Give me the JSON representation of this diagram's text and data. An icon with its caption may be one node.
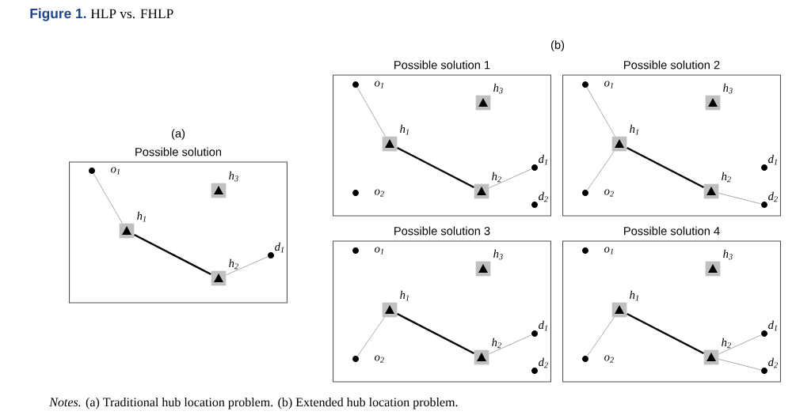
{
  "diagram": {
    "title": "HLP vs. FHLP",
    "caption": "*Notes.* (a) Traditional hub location problem. (b) Extended hub location problem.",
    "labels": [
      "Figure 1.",
      "(b)"
    ],
    "nodes": [
      {
        "text": [
          "(a)",
          "Possible solution"
        ]
      },
      {
        "text": [],
        "shape": "circle",
        "in": 0,
        "beside": [
          "o$_{1}$"
        ]
      },
      {
        "text": [],
        "shape": "box",
        "in": 0,
        "beside": [
          "h$_{3}$"
        ]
      },
      {
        "text": [],
        "shape": "box",
        "in": 0,
        "beside": [
          "h$_{1}$"
        ]
      },
      {
        "text": [],
        "shape": "circle",
        "in": 0,
        "beside": [
          "d$_{1}$"
        ]
      },
      {
        "text": [],
        "shape": "box",
        "in": 0,
        "beside": [
          "h$_{2}$"
        ]
      },
      {
        "text": [
          "Possible solution 1"
        ]
      },
      {
        "text": [],
        "shape": "circle",
        "in": 6,
        "beside": [
          "o$_{1}$"
        ]
      },
      {
        "text": [],
        "shape": "box",
        "in": 6,
        "beside": [
          "h$_{3}$"
        ]
      },
      {
        "text": [],
        "shape": "box",
        "in": 6,
        "beside": [
          "h$_{1}$"
        ]
      },
      {
        "text": [],
        "shape": "circle",
        "in": 6,
        "beside": [
          "d$_{1}$"
        ]
      },
      {
        "text": [],
        "shape": "box",
        "in": 6,
        "beside": [
          "h$_{2}$"
        ]
      },
      {
        "text": [],
        "shape": "circle",
        "in": 6,
        "beside": [
          "o$_{2}$"
        ]
      },
      {
        "text": [],
        "shape": "circle",
        "in": 6,
        "beside": [
          "d$_{2}$"
        ]
      },
      {
        "text": [
          "Possible solution 2"
        ]
      },
      {
        "text": [],
        "shape": "circle",
        "in": 14,
        "beside": [
          "o$_{1}$"
        ]
      },
      {
        "text": [],
        "shape": "box",
        "in": 14,
        "beside": [
          "h$_{3}$"
        ]
      },
      {
        "text": [],
        "shape": "box",
        "in": 14,
        "beside": [
          "h$_{1}$"
        ]
      },
      {
        "text": [],
        "shape": "circle",
        "in": 14,
        "beside": [
          "d$_{1}$"
        ]
      },
      {
        "text": [],
        "shape": "box",
        "in": 14,
        "beside": [
          "h$_{2}$"
        ]
      },
      {
        "text": [],
        "shape": "circle",
        "in": 14,
        "beside": [
          "o$_{2}$"
        ]
      },
      {
        "text": [],
        "shape": "circle",
        "in": 14,
        "beside": [
          "d$_{2}$"
        ]
      },
      {
        "text": [
          "Possible solution 3"
        ]
      },
      {
        "text": [],
        "shape": "circle",
        "in": 22,
        "beside": [
          "o$_{1}$"
        ]
      },
      {
        "text": [],
        "shape": "box",
        "in": 22,
        "beside": [
          "h$_{3}$"
        ]
      },
      {
        "text": [],
        "shape": "box",
        "in": 22,
        "beside": [
          "h$_{1}$"
        ]
      },
      {
        "text": [],
        "shape": "circle",
        "in": 22,
        "beside": [
          "d$_{1}$"
        ]
      },
      {
        "text": [],
        "shape": "box",
        "in": 22,
        "beside": [
          "h$_{2}$"
        ]
      },
      {
        "text": [],
        "shape": "circle",
        "in": 22,
        "beside": [
          "o$_{2}$"
        ]
      },
      {
        "text": [],
        "shape": "circle",
        "in": 22,
        "beside": [
          "d$_{2}$"
        ]
      },
      {
        "text": [
          "Possible solution 4"
        ]
      },
      {
        "text": [],
        "shape": "circle",
        "in": 30,
        "beside": [
          "o$_{1}$"
        ]
      },
      {
        "text": [],
        "shape": "box",
        "in": 30,
        "beside": [
          "h$_{3}$"
        ]
      },
      {
        "text": [],
        "shape": "box",
        "in": 30,
        "beside": [
          "h$_{1}$"
        ]
      },
      {
        "text": [],
        "shape": "circle",
        "in": 30,
        "beside": [
          "d$_{1}$"
        ]
      },
      {
        "text": [],
        "shape": "box",
        "in": 30,
        "beside": [
          "h$_{2}$"
        ]
      },
      {
        "text": [],
        "shape": "circle",
        "in": 30,
        "beside": [
          "o$_{2}$"
        ]
      },
      {
        "text": [],
        "shape": "circle",
        "in": 30,
        "beside": [
          "d$_{2}$"
        ]
      }
    ],
    "edges": [
      {
        "from": 1,
        "to": 3,
        "arrow": "none"
      },
      {
        "from": 3,
        "to": 5,
        "arrow": "none",
        "style": "thick",
        "color": "#000000"
      },
      {
        "from": 5,
        "to": 4,
        "arrow": "none"
      },
      {
        "from": 7,
        "to": 9,
        "arrow": "none"
      },
      {
        "from": 9,
        "to": 11,
        "arrow": "none",
        "style": "thick",
        "color": "#000000"
      },
      {
        "from": 11,
        "to": 10,
        "arrow": "none"
      },
      {
        "from": 15,
        "to": 17,
        "arrow": "none"
      },
      {
        "from": 20,
        "to": 17,
        "arrow": "none"
      },
      {
        "from": 17,
        "to": 19,
        "arrow": "none",
        "style": "thick",
        "color": "#000000"
      },
      {
        "from": 19,
        "to": 21,
        "arrow": "none"
      },
      {
        "from": 28,
        "to": 25,
        "arrow": "none"
      },
      {
        "from": 25,
        "to": 27,
        "arrow": "none",
        "style": "thick",
        "color": "#000000"
      },
      {
        "from": 27,
        "to": 26,
        "arrow": "none"
      },
      {
        "from": 36,
        "to": 33,
        "arrow": "none"
      },
      {
        "from": 33,
        "to": 35,
        "arrow": "none",
        "style": "thick",
        "color": "#000000"
      },
      {
        "from": 35,
        "to": 34,
        "arrow": "none"
      },
      {
        "from": 35,
        "to": 37,
        "arrow": "none"
      }
    ]
  }
}
